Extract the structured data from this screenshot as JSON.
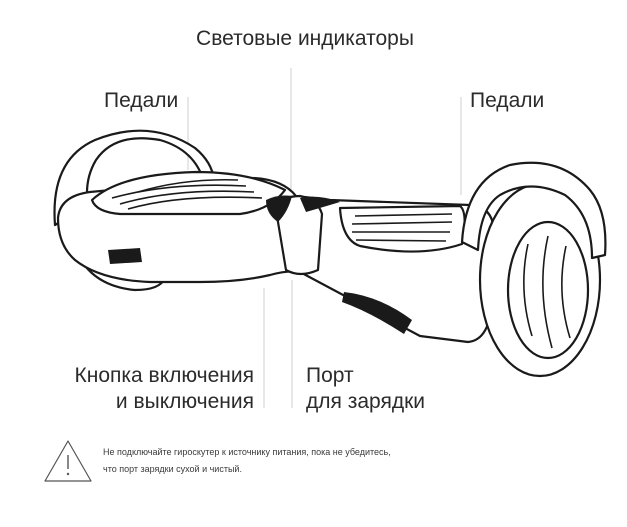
{
  "labels": {
    "indicators": "Световые индикаторы",
    "pedals_left": "Педали",
    "pedals_right": "Педали",
    "power_line1": "Кнопка включения",
    "power_line2": "и выключения",
    "charge_line1": "Порт",
    "charge_line2": "для зарядки"
  },
  "warning": {
    "line1": "Не подключайте гироскутер к источнику питания, пока не убедитесь,",
    "line2": "что порт зарядки сухой и чистый.",
    "icon": "warning-triangle-icon"
  },
  "colors": {
    "outline": "#1a1a1a",
    "callout_line": "#cfcfcf",
    "text": "#2b2b2b",
    "background": "#ffffff"
  }
}
